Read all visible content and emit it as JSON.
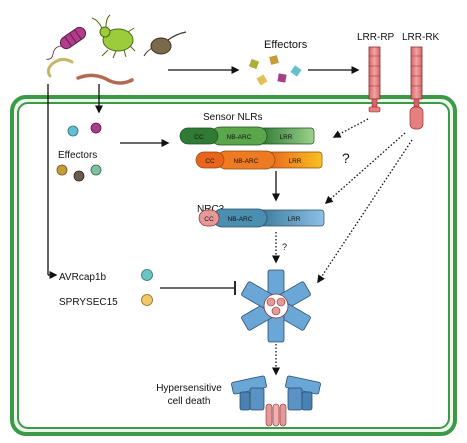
{
  "labels": {
    "effectors_top": "Effectors",
    "lrr_rp": "LRR-RP",
    "lrr_rk": "LRR-RK",
    "sensor_nlrs": "Sensor NLRs",
    "effectors_inner": "Effectors",
    "question_mark": "?",
    "nrc3": "NRC3",
    "question_mark_small": "?",
    "avrcap1b": "AVRcap1b",
    "sprysec15": "SPRYSEC15",
    "hypersensitive_line1": "Hypersensitive",
    "hypersensitive_line2": "cell death"
  },
  "domains": {
    "cc": "CC",
    "nb_arc": "NB-ARC",
    "lrr": "LRR"
  },
  "colors": {
    "cell_wall": "#3a9a46",
    "cell_wall_fill": "#e7f3e5",
    "receptor": "#e67f7f",
    "sensor1_dark": "#2f7a34",
    "sensor1_light": "#7fc26f",
    "sensor2_orange": "#ee7a22",
    "sensor2_yellow": "#f4b31c",
    "nrc3_blue": "#5a8fc8",
    "nrc3_cc": "#e59a9a",
    "resistosome_blue": "#6aa6d6",
    "avrcap1b": "#6ec3c4",
    "sprysec15": "#f1c869"
  },
  "icons": [
    "bacterium-icon",
    "aphid-icon",
    "oomycete-spore-icon",
    "nematode-icon",
    "worm-icon"
  ]
}
